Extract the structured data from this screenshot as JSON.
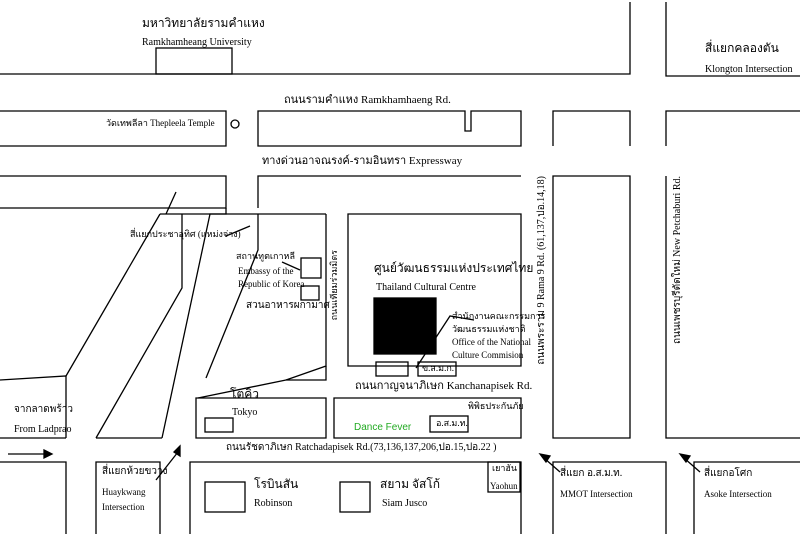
{
  "colors": {
    "ink": "#000000",
    "paper": "#ffffff",
    "highlight": "#22aa22"
  },
  "labels": {
    "ramkhamhaeng_uni_th": "มหาวิทยาลัยรามคำแหง",
    "ramkhamhaeng_uni_en": "Ramkhamheang University",
    "klongton_th": "สี่แยกคลองตัน",
    "klongton_en": "Klongton Intersection",
    "ramkhamhaeng_rd": "ถนนรามคำแหง Ramkhamhaeng Rd.",
    "thepleela": "วัดเทพลีลา Thepleela Temple",
    "expressway": "ทางด่วนอาจณรงค์-รามอินทรา Expressway",
    "pracha_uthit": "สี่แยกประชาอุทิศ (แหม่งจ่าง)",
    "korea_embassy_th": "สถานทูตเกาหลี",
    "korea_embassy_en1": "Embassy of the",
    "korea_embassy_en2": "Republic of Korea",
    "suan_ahan": "สวนอาหารผกามาศ",
    "tiam_ruam_mit": "ถนนเทียมร่วมมิตร",
    "cultural_centre_th": "ศูนย์วัฒนธรรมแห่งประเทศไทย",
    "cultural_centre_en": "Thailand Cultural Centre",
    "onc_th1": "สำนักงานคณะกรรมการ",
    "onc_th2": "วัฒนธรรมแห่งชาติ",
    "onc_en1": "Office of the National",
    "onc_en2": "Culture Commision",
    "khor_sor_mor_kor": "ข.ส.ม.ก.",
    "kanchanapisek_rd": "ถนนกาญจนาภิเษก Kanchanapisek Rd.",
    "tokyu_th": "โตคิว",
    "tokyu_en": "Tokyo",
    "phiphit": "พิพิธประกันภัย",
    "dance_fever": "Dance Fever",
    "or_sor_mor_tor": "อ.ส.ม.ท.",
    "ladprao_th": "จากลาดพร้าว",
    "ladprao_en": "From Ladprao",
    "ratchadapisek_rd": "ถนนรัชดาภิเษก Ratchadapisek Rd.(73,136,137,206,ปอ.15,ปอ.22 )",
    "huaykwang_th": "สี่แยกห้วยขวาง",
    "huaykwang_en1": "Huaykwang",
    "huaykwang_en2": "Intersection",
    "robinson_th": "โรบินสัน",
    "robinson_en": "Robinson",
    "siam_jusco_th": "สยาม จัสโก้",
    "siam_jusco_en": "Siam Jusco",
    "yaohan_th": "เยาฮัน",
    "yaohan_en": "Yaohun",
    "mmot_th": "สี่แยก อ.ส.ม.ท.",
    "mmot_en": "MMOT Intersection",
    "asoke_th": "สี่แยกอโศก",
    "asoke_en": "Asoke Intersection",
    "rama9_rd": "ถนนพระราม 9 Rama 9 Rd. (61,137,ปอ.14,18)",
    "new_petchaburi_rd": "ถนนเพชรบุรีตัดใหม่ New Petchaburi Rd."
  }
}
